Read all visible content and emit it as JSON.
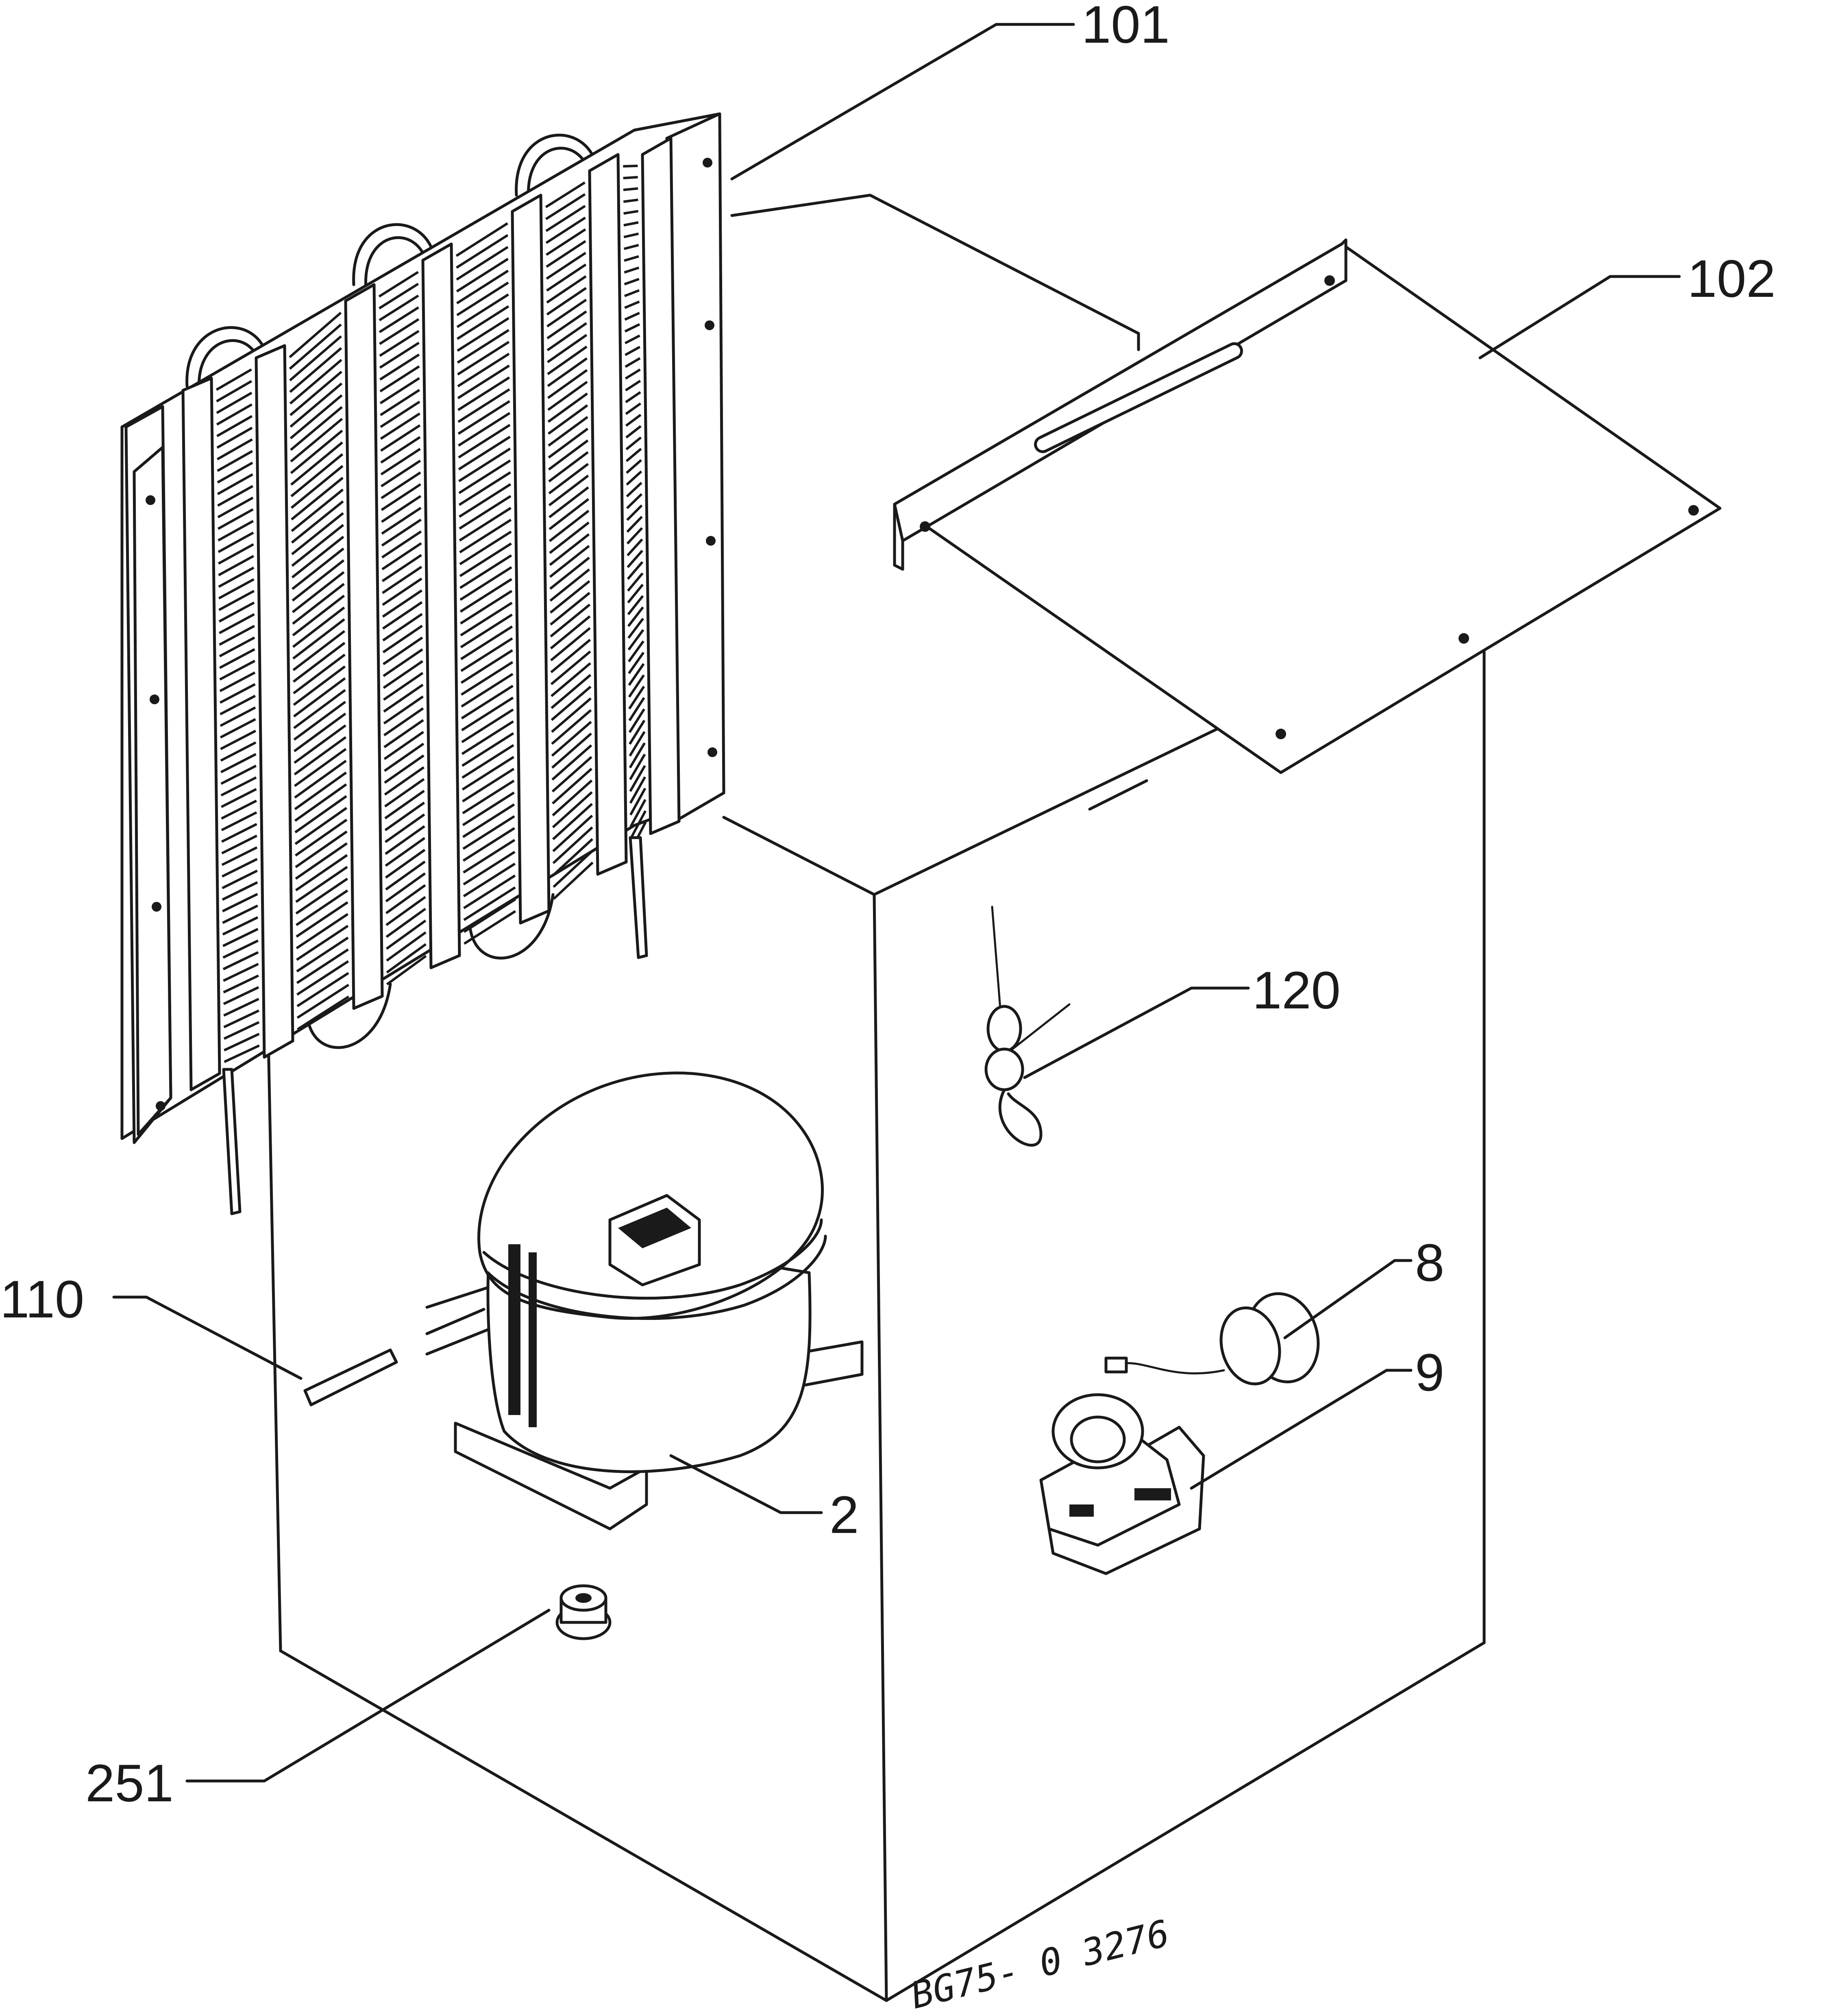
{
  "parts": [
    {
      "id": "condenser",
      "label": "101"
    },
    {
      "id": "mounting-plate",
      "label": "102"
    },
    {
      "id": "capillary-filter",
      "label": "120"
    },
    {
      "id": "thermal-protector",
      "label": "8"
    },
    {
      "id": "start-relay",
      "label": "9"
    },
    {
      "id": "process-tube",
      "label": "110"
    },
    {
      "id": "compressor",
      "label": "2"
    },
    {
      "id": "grommet",
      "label": "251"
    }
  ],
  "drawing_code": "BG75- 0 3276"
}
